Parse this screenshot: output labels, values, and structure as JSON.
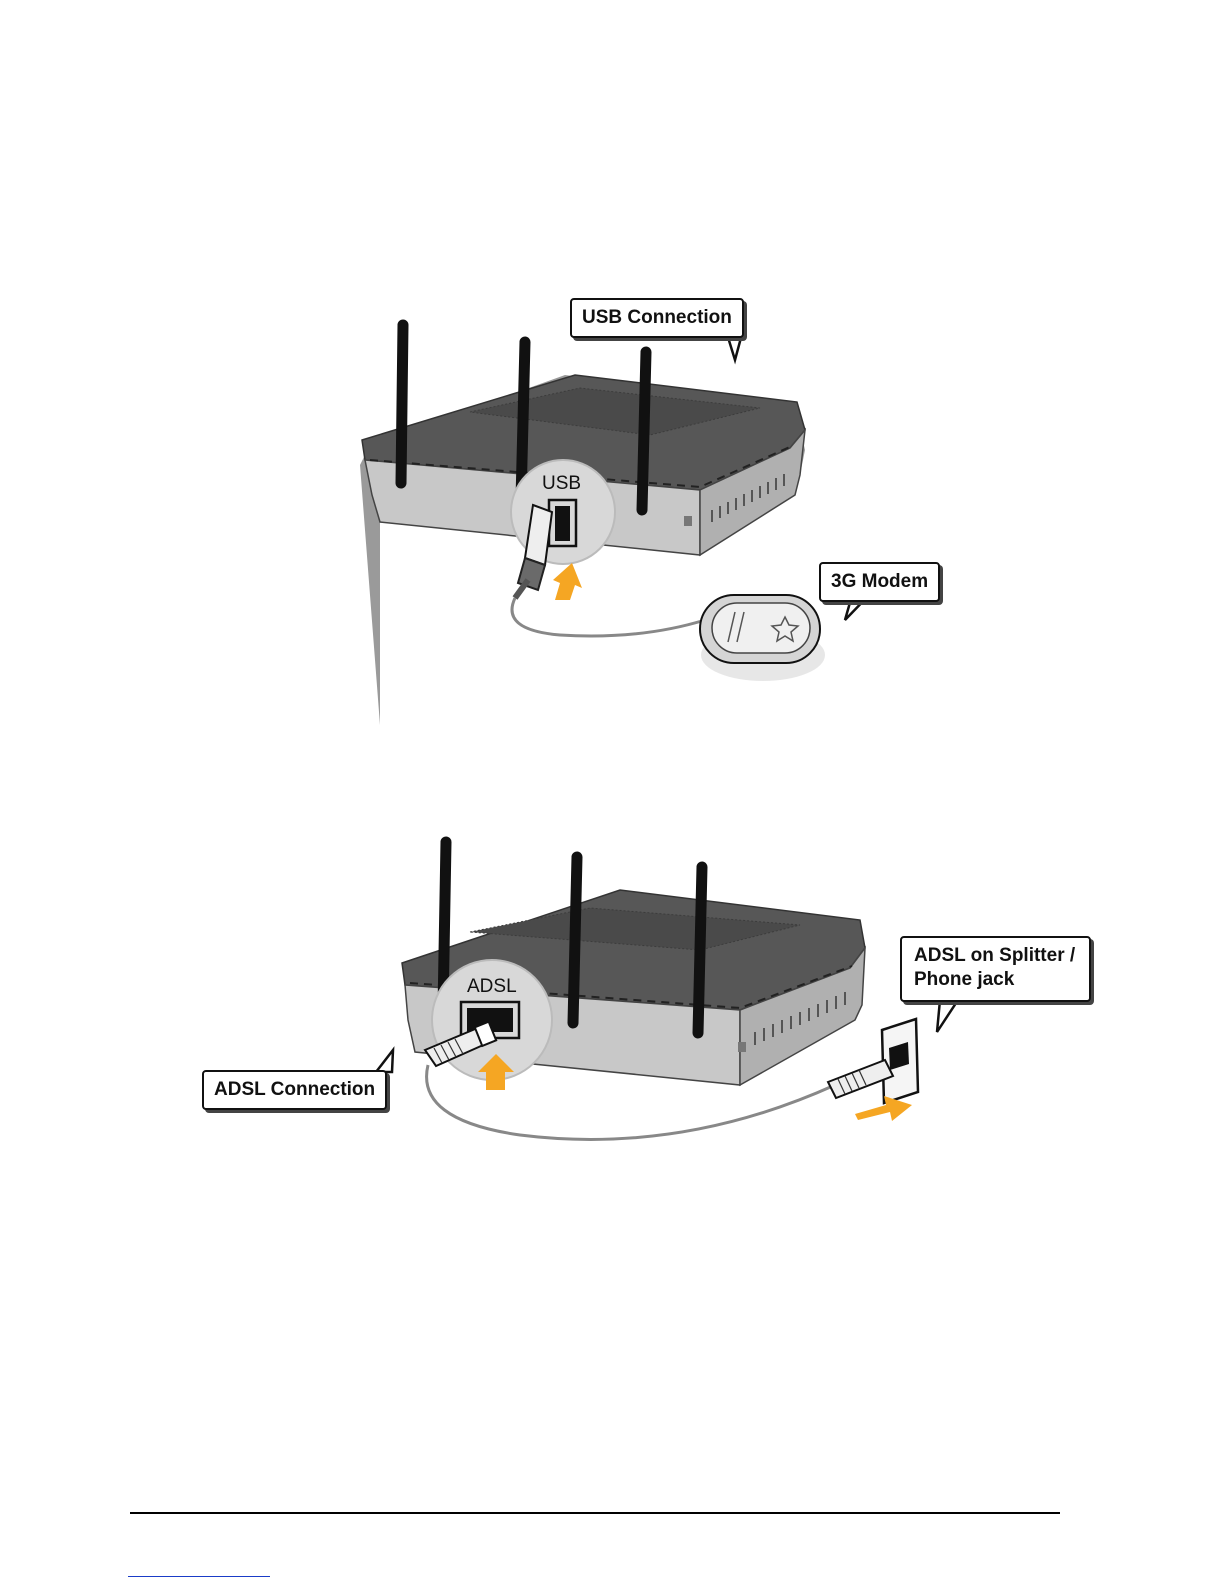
{
  "usb_figure": {
    "callout_usb_connection": "USB Connection",
    "port_label": "USB",
    "callout_3g_modem": "3G Modem"
  },
  "adsl_figure": {
    "port_label": "ADSL",
    "callout_splitter_line1": "ADSL on Splitter /",
    "callout_splitter_line2": "Phone jack",
    "callout_adsl_connection": "ADSL Connection"
  },
  "colors": {
    "arrow": "#f5a623",
    "router_top": "#555555",
    "router_body": "#b5b5b5",
    "antenna": "#111111",
    "footer_link": "#1a3cc8"
  }
}
